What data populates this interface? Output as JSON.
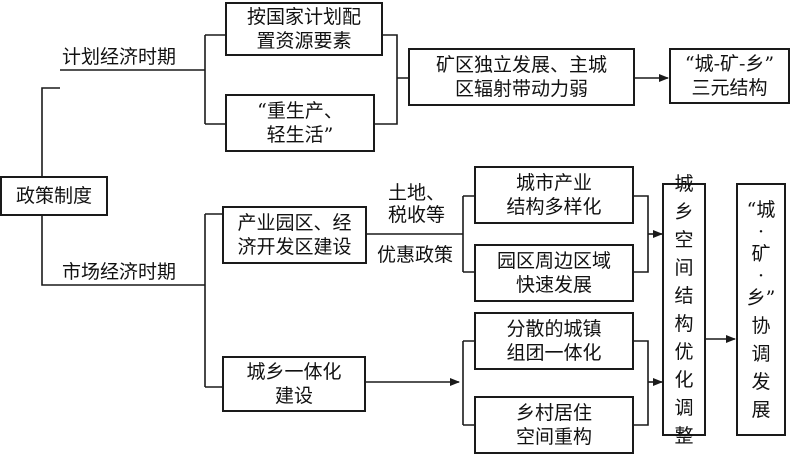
{
  "diagram": {
    "root": {
      "line1": "政策制度"
    },
    "planned_period_label": "计划经济时期",
    "market_period_label": "市场经济时期",
    "box_state_plan": {
      "line1": "按国家计划配",
      "line2": "置资源要素"
    },
    "box_production_first": {
      "line1": "“重生产、",
      "line2": "轻生活”"
    },
    "box_mine_independent": {
      "line1": "矿区独立发展、主城",
      "line2": "区辐射带动力弱"
    },
    "box_ternary_structure": {
      "line1": "“城-矿-乡”",
      "line2": "三元结构"
    },
    "box_industrial_parks": {
      "line1": "产业园区、经",
      "line2": "济开发区建设"
    },
    "edge_label_top": {
      "line1": "土地、",
      "line2": "税收等"
    },
    "edge_label_bottom": "优惠政策",
    "box_industry_diverse": {
      "line1": "城市产业",
      "line2": "结构多样化"
    },
    "box_park_surroundings": {
      "line1": "园区周边区域",
      "line2": "快速发展"
    },
    "box_urban_rural_integration": {
      "line1": "城乡一体化",
      "line2": "建设"
    },
    "box_dispersed_towns": {
      "line1": "分散的城镇",
      "line2": "组团一体化"
    },
    "box_village_restructure": {
      "line1": "乡村居住",
      "line2": "空间重构"
    },
    "box_spatial_optimization": {
      "chars": [
        "城",
        "乡",
        "空",
        "间",
        "结",
        "构",
        "优",
        "化",
        "调",
        "整"
      ]
    },
    "box_coordinated_development": {
      "chars": [
        "“城",
        "·",
        "矿",
        "·",
        "乡”",
        "协",
        "调",
        "发",
        "展"
      ]
    }
  }
}
